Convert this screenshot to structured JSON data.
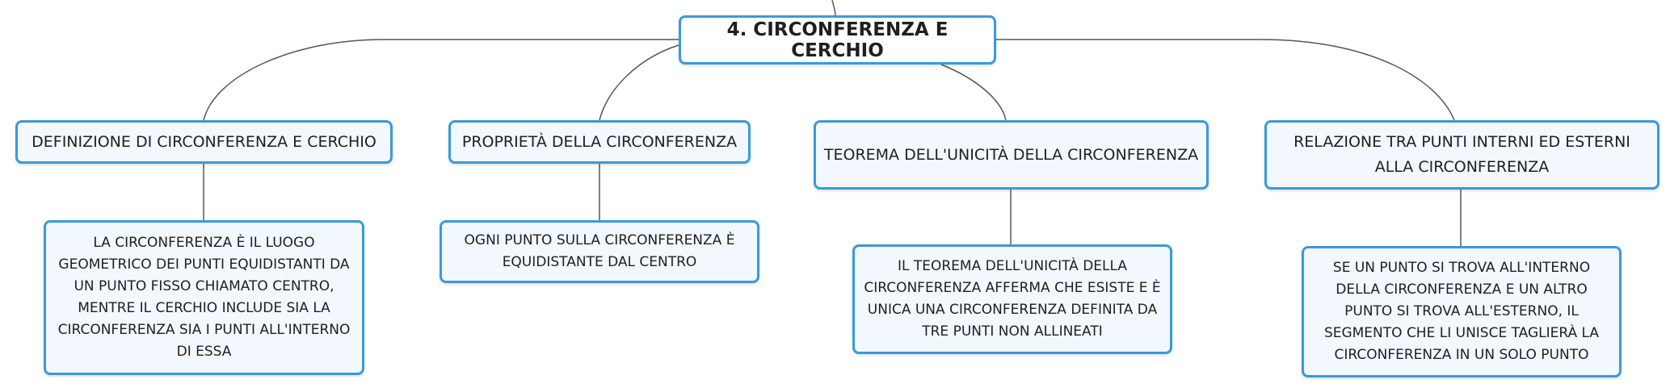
{
  "root": {
    "label": "4. CIRCONFERENZA E CERCHIO"
  },
  "topics": [
    {
      "label": "DEFINIZIONE DI CIRCONFERENZA E CERCHIO",
      "detail": "LA CIRCONFERENZA È IL LUOGO GEOMETRICO DEI PUNTI EQUIDISTANTI DA UN PUNTO FISSO CHIAMATO CENTRO, MENTRE IL CERCHIO INCLUDE SIA LA CIRCONFERENZA SIA I PUNTI ALL'INTERNO DI ESSA"
    },
    {
      "label": "PROPRIETÀ DELLA CIRCONFERENZA",
      "detail": "OGNI PUNTO SULLA CIRCONFERENZA È EQUIDISTANTE DAL CENTRO"
    },
    {
      "label": "TEOREMA DELL'UNICITÀ DELLA CIRCONFERENZA",
      "detail": "IL TEOREMA DELL'UNICITÀ DELLA CIRCONFERENZA AFFERMA CHE ESISTE E È UNICA UNA CIRCONFERENZA DEFINITA DA TRE PUNTI NON ALLINEATI"
    },
    {
      "label": "RELAZIONE TRA PUNTI INTERNI ED ESTERNI ALLA CIRCONFERENZA",
      "detail": "SE UN PUNTO SI TROVA ALL'INTERNO DELLA CIRCONFERENZA E UN ALTRO PUNTO SI TROVA ALL'ESTERNO, IL SEGMENTO CHE LI UNISCE TAGLIERÀ LA CIRCONFERENZA IN UN SOLO PUNTO"
    }
  ],
  "colors": {
    "node_border": "#3a9ad9",
    "node_fill": "#f2f8fd",
    "connector": "#555555"
  }
}
